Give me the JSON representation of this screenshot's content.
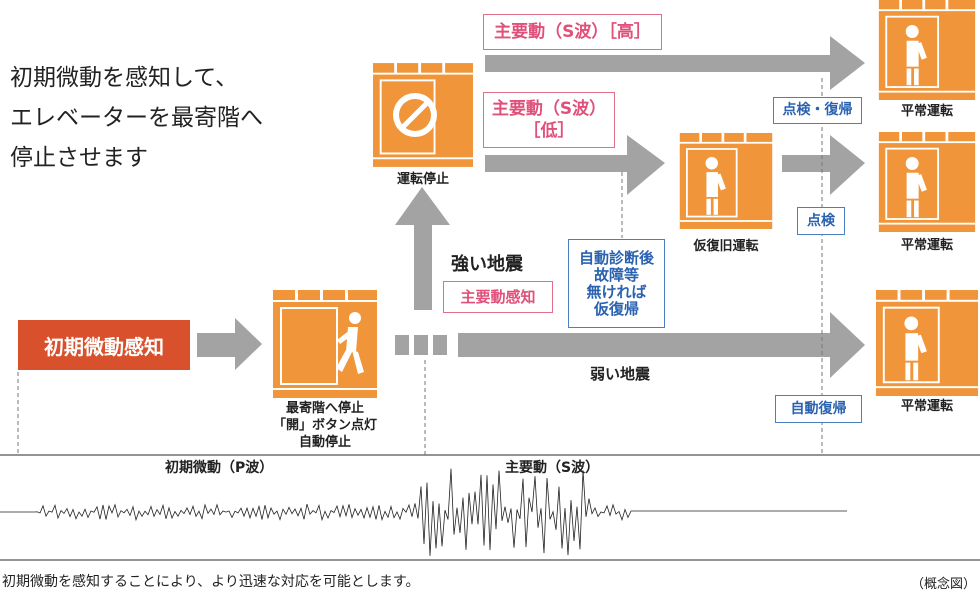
{
  "intro": [
    "初期微動を感知して、",
    "エレベーターを最寄階へ",
    "停止させます"
  ],
  "detect_label": "初期微動感知",
  "nearest_floor_labels": [
    "最寄階へ停止",
    "「開」ボタン点灯",
    "自動停止"
  ],
  "strong_quake": "強い地震",
  "main_motion_detect": "主要動感知",
  "weak_quake": "弱い地震",
  "stop_label": "運転停止",
  "stop_sign_text": "stop",
  "s_wave_high": "主要動（S波）［高］",
  "s_wave_low": [
    "主要動（S波）",
    "［低］"
  ],
  "temp_recovery": "仮復旧運転",
  "auto_diag": [
    "自動診断後",
    "故障等",
    "無ければ",
    "仮復帰"
  ],
  "inspect_recover": "点検・復帰",
  "inspect": "点検",
  "auto_recover": "自動復帰",
  "normal_op": "平常運転",
  "p_wave": "初期微動（P波）",
  "s_wave": "主要動（S波）",
  "footer": "初期微動を感知することにより、より迅速な対応を可能とします。",
  "concept": "（概念図）",
  "colors": {
    "orange": "#f0953a",
    "red": "#d9512c",
    "gray": "#a3a3a3",
    "pink": "#e0507a",
    "blue": "#2a62b0"
  }
}
